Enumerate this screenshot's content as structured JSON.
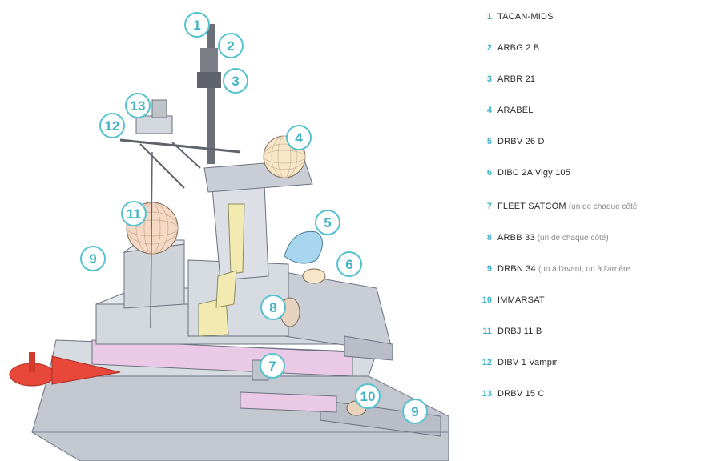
{
  "legend": [
    {
      "num": "1",
      "label": "TACAN-MIDS",
      "note": ""
    },
    {
      "num": "2",
      "label": "ARBG 2 B",
      "note": ""
    },
    {
      "num": "3",
      "label": "ARBR 21",
      "note": ""
    },
    {
      "num": "4",
      "label": "ARABEL",
      "note": ""
    },
    {
      "num": "5",
      "label": "DRBV 26 D",
      "note": ""
    },
    {
      "num": "6",
      "label": "DIBC 2A Vigy 105",
      "note": ""
    },
    {
      "num": "7",
      "label": "FLEET SATCOM",
      "note": "(un de chaque côté"
    },
    {
      "num": "8",
      "label": "ARBB 33",
      "note": "(un de chaque côté)"
    },
    {
      "num": "9",
      "label": "DRBN 34",
      "note": "(un à l'avant, un à l'arrière"
    },
    {
      "num": "10",
      "label": "IMMARSAT",
      "note": ""
    },
    {
      "num": "11",
      "label": "DRBJ 11 B",
      "note": ""
    },
    {
      "num": "12",
      "label": "DIBV 1 Vampir",
      "note": ""
    },
    {
      "num": "13",
      "label": "DRBV 15 C",
      "note": ""
    }
  ],
  "callouts": [
    "1",
    "2",
    "3",
    "4",
    "5",
    "6",
    "7",
    "8",
    "9",
    "9",
    "10",
    "11",
    "12",
    "13"
  ],
  "colors": {
    "accent": "#56c2d0",
    "radome": "#f7e6c8",
    "hull": "#c9cdd5",
    "pink": "#e9c9e6",
    "yellow": "#f2eab0",
    "red": "#e8483a",
    "blue": "#a8d6ee"
  }
}
